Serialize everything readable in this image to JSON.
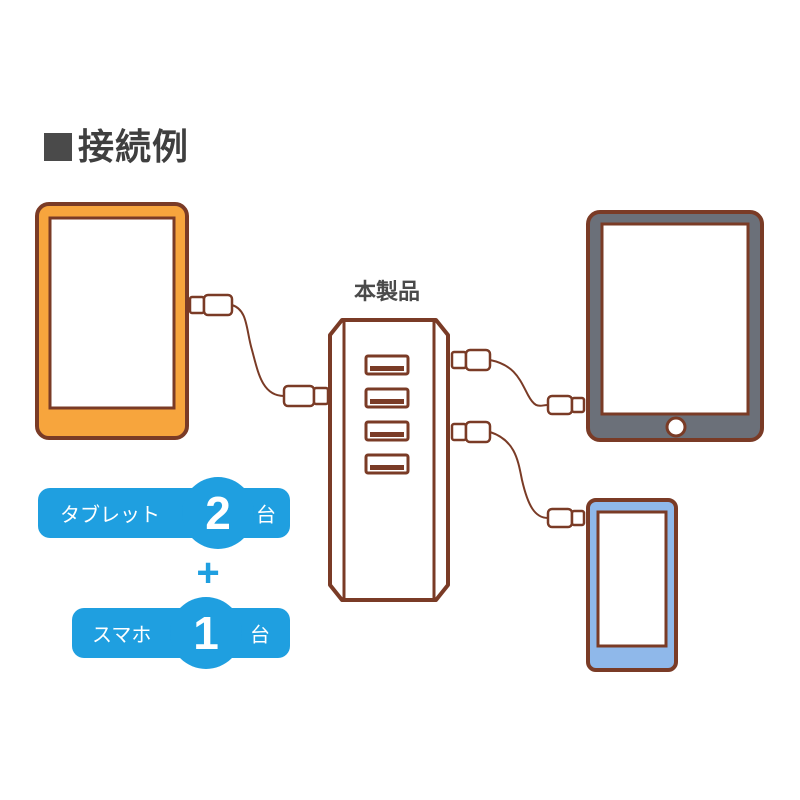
{
  "header": {
    "title": "接続例"
  },
  "product": {
    "label": "本製品"
  },
  "counts": {
    "tablet": {
      "label": "タブレット",
      "number": "2",
      "unit": "台"
    },
    "plus": "+",
    "smartphone": {
      "label": "スマホ",
      "number": "1",
      "unit": "台"
    }
  },
  "colors": {
    "outline": "#7a3b26",
    "tablet_orange": "#f7a53d",
    "tablet_gray": "#6b7079",
    "phone_blue": "#8fb8ea",
    "pill_blue": "#1f9fe0",
    "title_gray": "#3f3f3f"
  },
  "icons": [
    "tablet-orange-icon",
    "tablet-gray-icon",
    "smartphone-icon",
    "charger-icon",
    "usb-plug-icon"
  ]
}
